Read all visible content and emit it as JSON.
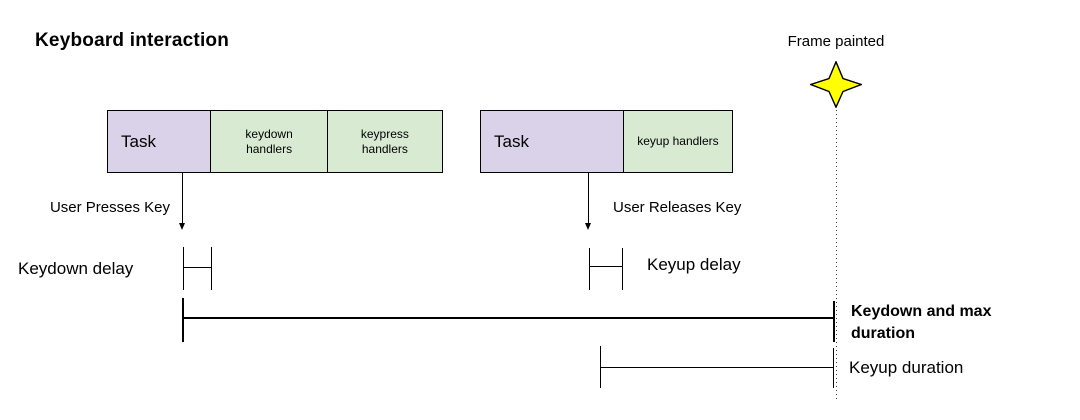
{
  "title": "Keyboard interaction",
  "frame_marker": {
    "label": "Frame painted",
    "icon": "sparkle-star"
  },
  "keydown_timeline": {
    "task": "Task",
    "handler_1": "keydown handlers",
    "handler_2": "keypress handlers",
    "event_label": "User Presses Key",
    "delay_label": "Keydown delay",
    "duration_label": "Keydown and max duration"
  },
  "keyup_timeline": {
    "task": "Task",
    "handler_1": "keyup handlers",
    "event_label": "User Releases Key",
    "delay_label": "Keyup delay",
    "duration_label": "Keyup duration"
  },
  "colors": {
    "task_fill": "#d9d2e9",
    "handler_fill": "#d9ead3",
    "star_fill": "#ffff00",
    "line": "#000000",
    "background": "#ffffff"
  }
}
